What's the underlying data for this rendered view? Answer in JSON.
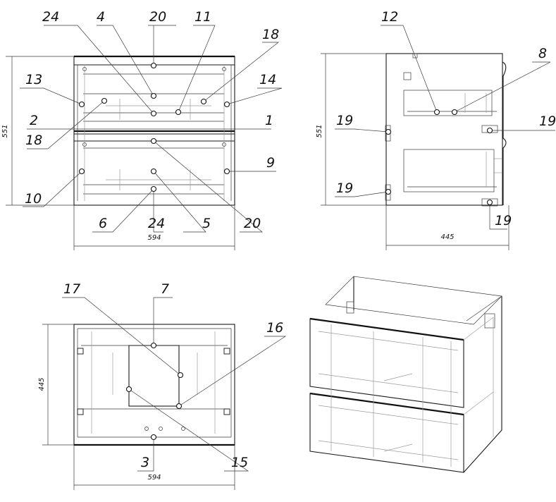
{
  "views": {
    "front": {
      "callouts": [
        "24",
        "4",
        "20",
        "11",
        "18",
        "13",
        "14",
        "2",
        "1",
        "18",
        "9",
        "10",
        "6",
        "24",
        "5",
        "20"
      ],
      "dims": {
        "width": "594",
        "height": "551"
      }
    },
    "side": {
      "callouts": [
        "12",
        "8",
        "19",
        "19",
        "19",
        "19"
      ],
      "dims": {
        "width": "445",
        "height": "551"
      }
    },
    "top": {
      "callouts": [
        "17",
        "7",
        "16",
        "3",
        "15"
      ],
      "dims": {
        "width": "594",
        "height": "445"
      }
    },
    "isometric": {
      "callouts": []
    }
  }
}
